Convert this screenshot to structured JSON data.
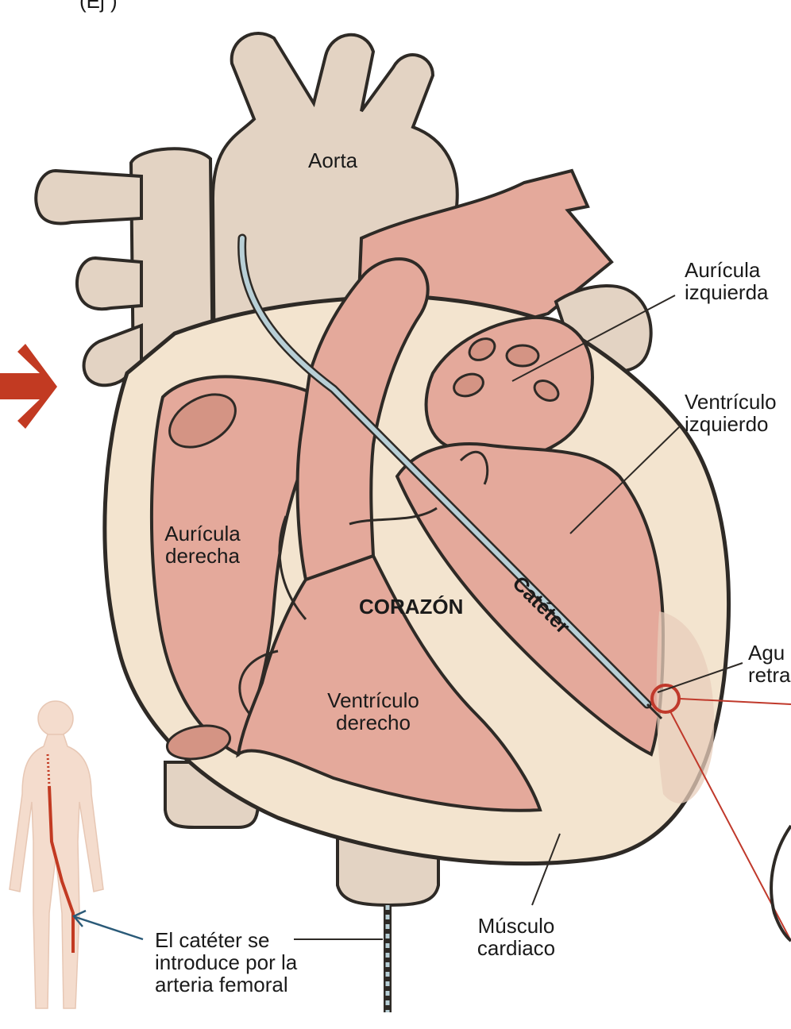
{
  "top_fragment": "(Ej       )",
  "colors": {
    "chamber": "#e4a99b",
    "chamber_dark": "#d49484",
    "vessel": "#e3d3c3",
    "muscle": "#f3e4cf",
    "outline": "#2e2a26",
    "catheter": "#b8cfd6",
    "pointer_red": "#c0392b",
    "arrow_red": "#c23a22",
    "body_skin": "#f4dccd",
    "leader": "#2e2a26",
    "blue_arrow": "#2a5a78"
  },
  "labels": {
    "aorta": "Aorta",
    "left_atrium": "Aurícula\nizquierda",
    "left_ventricle": "Ventrículo\nizquierdo",
    "right_atrium": "Aurícula\nderecha",
    "heart": "CORAZÓN",
    "catheter": "Catéter",
    "right_ventricle": "Ventrículo\nderecho",
    "needle_cut": "Agu\nretra",
    "cardiac_muscle": "Músculo\ncardiaco",
    "femoral_note": "El catéter se\nintroduce por la\narteria femoral"
  },
  "icons": {
    "entry_arrow": "right-arrow-icon",
    "body_figure": "human-body-icon"
  }
}
